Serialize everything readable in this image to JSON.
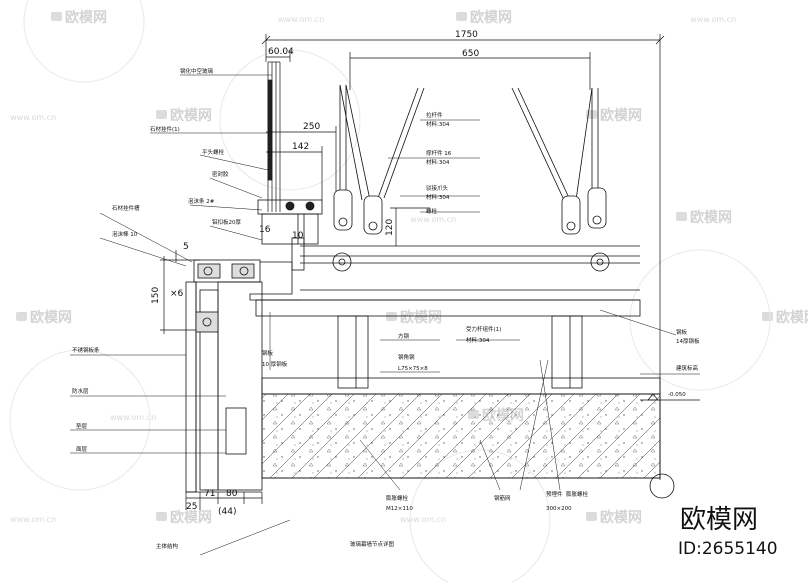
{
  "drawing": {
    "title": "玻璃幕墙节点详图",
    "dimensions": {
      "overall_width": "1750",
      "glass_offset": "60.04",
      "span_650": "650",
      "d250": "250",
      "d142": "142",
      "d16": "16",
      "d10": "10",
      "d5": "5",
      "d120": "120",
      "d150": "150",
      "x6": "×6",
      "b25": "25",
      "b71": "71",
      "b80": "80",
      "b44": "(44)"
    },
    "annotations": {
      "glass": "钢化中空玻璃",
      "stone_fixing": "石材挂件(1)",
      "flat_bar": "平头螺栓",
      "sealant": "密封胶",
      "foam_strip": "泡沫条 2#",
      "cap_label": "铝扣板20厚",
      "stone_hook": "石材挂件槽",
      "foam_10": "泡沫棒 10",
      "steel_plate": "不锈钢板条",
      "rod_name": "拉杆件",
      "rod_material": "材料:304",
      "strut_name": "撑杆件 16",
      "strut_material": "材料:304",
      "claw_name": "驳接爪头",
      "claw_material": "材料:304",
      "anchor_bolt": "螺栓",
      "main_steel": "方钢",
      "angle_steel": "钢角钢",
      "angle_spec": "L75×75×8",
      "plate_label": "钢板",
      "plate_spec": "10 厚钢板",
      "support_name": "受力杆组件(1)",
      "support_material": "材料:304",
      "rear_plate": "钢板",
      "rear_plate_spec": "14厚钢板",
      "structure_level": "建筑标高",
      "level_value": "-0.050",
      "wall_face": "面层",
      "waterproof": "防水层",
      "cushion": "垫层",
      "bolt_name": "膨胀螺栓",
      "bolt_spec": "M12×110",
      "rebar": "钢筋网",
      "embed_name": "预埋件",
      "embed_bolt": "膨胀螺栓",
      "embed_spec": "300×200",
      "main_structure": "主体结构"
    },
    "watermark_text": "欧模网",
    "watermark_sub": "www.om.cn",
    "brand": "欧模网",
    "id_text": "ID:2655140"
  }
}
